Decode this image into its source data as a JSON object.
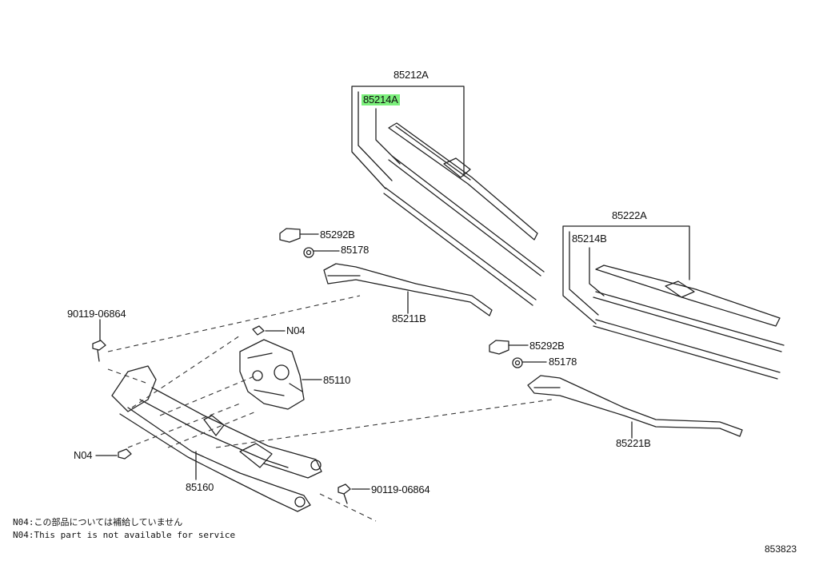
{
  "labels": {
    "p85212A": "85212A",
    "p85214A": "85214A",
    "p85222A": "85222A",
    "p85214B": "85214B",
    "p85292B_1": "85292B",
    "p85178_1": "85178",
    "p85211B": "85211B",
    "p90119_1": "90119-06864",
    "pN04_1": "N04",
    "p85110": "85110",
    "p85292B_2": "85292B",
    "p85178_2": "85178",
    "p85221B": "85221B",
    "pN04_2": "N04",
    "p85160": "85160",
    "p90119_2": "90119-06864"
  },
  "highlighted_part": "85214A",
  "highlight_color": "#7cf07c",
  "notes": {
    "jp": "N04:この部品については補給していません",
    "en": "N04:This part is not available for service"
  },
  "diagram_id": "853823"
}
